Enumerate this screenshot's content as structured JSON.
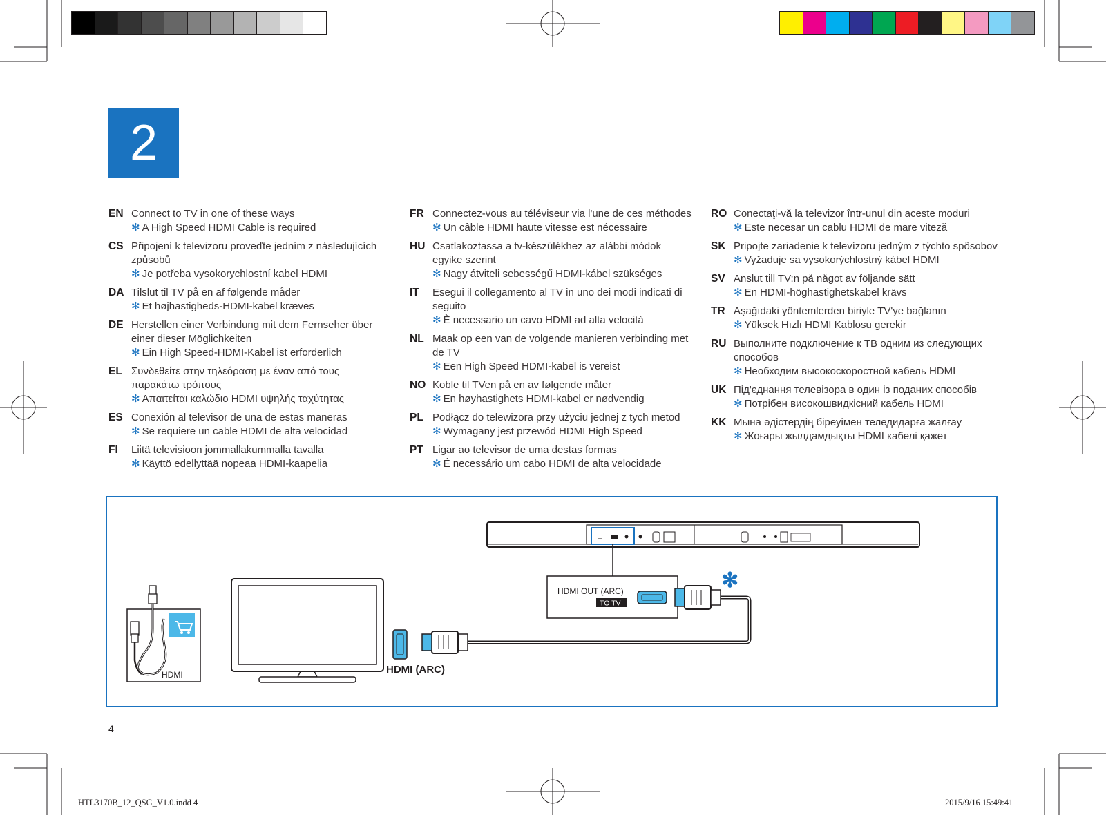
{
  "step_number": "2",
  "columns": [
    [
      {
        "code": "EN",
        "text": "Connect to TV in one of these ways",
        "note": "A High Speed HDMI Cable is required"
      },
      {
        "code": "CS",
        "text": "Připojení k televizoru proveďte jedním z následujících způsobů",
        "note": "Je potřeba vysokorychlostní kabel HDMI"
      },
      {
        "code": "DA",
        "text": "Tilslut til TV på en af følgende måder",
        "note": "Et højhastigheds-HDMI-kabel kræves"
      },
      {
        "code": "DE",
        "text": "Herstellen einer Verbindung mit dem Fernseher über einer dieser Möglichkeiten",
        "note": "Ein High Speed-HDMI-Kabel ist erforderlich"
      },
      {
        "code": "EL",
        "text": "Συνδεθείτε στην τηλεόραση με έναν από τους παρακάτω τρόπους",
        "note": "Απαιτείται καλώδιο HDMI υψηλής ταχύτητας"
      },
      {
        "code": "ES",
        "text": "Conexión al televisor de una de estas maneras",
        "note": "Se requiere un cable HDMI de alta velocidad"
      },
      {
        "code": "FI",
        "text": "Liitä televisioon jommallakummalla tavalla",
        "note": "Käyttö edellyttää nopeaa HDMI-kaapelia"
      }
    ],
    [
      {
        "code": "FR",
        "text": "Connectez-vous au téléviseur via l'une de ces méthodes",
        "note": "Un câble HDMI haute vitesse est nécessaire"
      },
      {
        "code": "HU",
        "text": "Csatlakoztassa a tv-készülékhez az alábbi módok egyike szerint",
        "note": "Nagy átviteli sebességű HDMI-kábel szükséges"
      },
      {
        "code": "IT",
        "text": "Esegui il collegamento al TV in uno dei modi indicati di seguito",
        "note": "È necessario un cavo HDMI ad alta velocità"
      },
      {
        "code": "NL",
        "text": "Maak op een van de volgende manieren verbinding met de TV",
        "note": "Een High Speed HDMI-kabel is vereist"
      },
      {
        "code": "NO",
        "text": "Koble til TVen på en av følgende måter",
        "note": "En høyhastighets HDMI-kabel er nødvendig"
      },
      {
        "code": "PL",
        "text": "Podłącz do telewizora przy użyciu jednej z tych metod",
        "note": "Wymagany jest przewód HDMI High Speed"
      },
      {
        "code": "PT",
        "text": "Ligar ao televisor de uma destas formas",
        "note": "É necessário um cabo HDMI de alta velocidade"
      }
    ],
    [
      {
        "code": "RO",
        "text": "Conectaţi-vă la televizor într-unul din aceste moduri",
        "note": "Este necesar un cablu HDMI de mare viteză"
      },
      {
        "code": "SK",
        "text": "Pripojte zariadenie k televízoru jedným z týchto spôsobov",
        "note": "Vyžaduje sa vysokorýchlostný kábel HDMI"
      },
      {
        "code": "SV",
        "text": "Anslut till TV:n på något av följande sätt",
        "note": "En HDMI-höghastighetskabel krävs"
      },
      {
        "code": "TR",
        "text": "Aşağıdaki yöntemlerden biriyle TV'ye bağlanın",
        "note": "Yüksek Hızlı HDMI Kablosu gerekir"
      },
      {
        "code": "RU",
        "text": "Выполните подключение к ТВ одним из следующих способов",
        "note": "Необходим высокоскоростной кабель HDMI"
      },
      {
        "code": "UK",
        "text": "Під'єднання телевізора в один із поданих способів",
        "note": "Потрібен високошвидкісний кабель HDMI"
      },
      {
        "code": "KK",
        "text": "Мына әдістердің біреуімен теледидарға жалғау",
        "note": "Жоғары жылдамдықты HDMI кабелі қажет"
      }
    ]
  ],
  "note_symbol": "✻",
  "diagram": {
    "cable_label": "HDMI",
    "port_label": "HDMI OUT (ARC)",
    "port_sublabel": "TO TV",
    "tv_port_label": "HDMI (ARC)",
    "asterisk": "✻"
  },
  "page_number": "4",
  "footer_left": "HTL3170B_12_QSG_V1.0.indd   4",
  "footer_right": "2015/9/16   15:49:41",
  "colors": {
    "accent": "#1a73c0",
    "cable_blue": "#4cb8e8",
    "gray_bar": [
      "#000000",
      "#1a1a1a",
      "#333333",
      "#4d4d4d",
      "#666666",
      "#808080",
      "#999999",
      "#b3b3b3",
      "#cccccc",
      "#e6e6e6",
      "#ffffff"
    ],
    "color_bar": [
      "#ffef00",
      "#ec008c",
      "#00aeef",
      "#2e3192",
      "#00a651",
      "#ed1c24",
      "#231f20",
      "#fff685",
      "#f49ac1",
      "#7fd3f7",
      "#939598"
    ]
  }
}
